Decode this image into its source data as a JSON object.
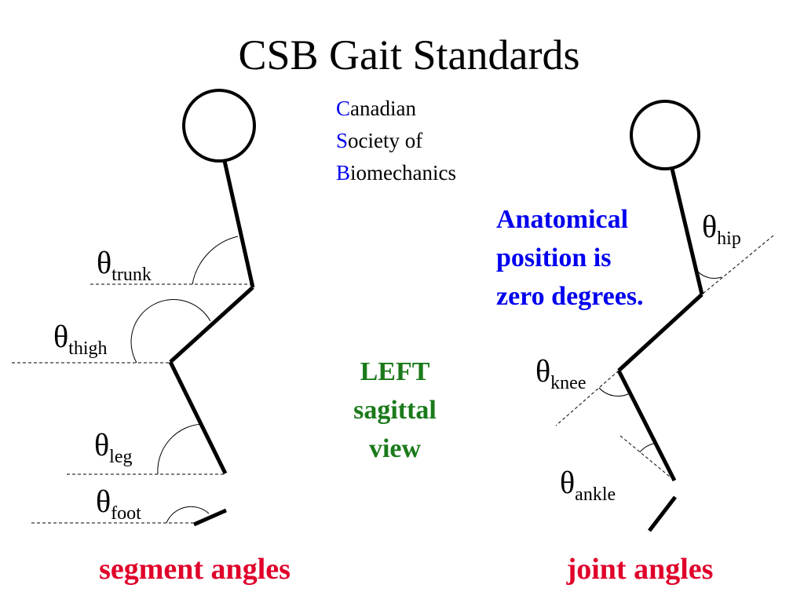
{
  "title": "CSB Gait Standards",
  "theta_symbol": "θ",
  "acronym": {
    "line1": {
      "initial": "C",
      "rest": "anadian"
    },
    "line2": {
      "initial": "S",
      "rest": "ociety of"
    },
    "line3": {
      "initial": "B",
      "rest": "iomechanics"
    }
  },
  "segment_angles": {
    "trunk": "trunk",
    "thigh": "thigh",
    "leg": "leg",
    "foot": "foot"
  },
  "joint_angles": {
    "hip": "hip",
    "knee": "knee",
    "ankle": "ankle"
  },
  "anatomical_note": {
    "line1": "Anatomical",
    "line2": "position is",
    "line3": "zero degrees."
  },
  "view_label": {
    "line1": "LEFT",
    "line2": "sagittal",
    "line3": "view"
  },
  "captions": {
    "left": "segment angles",
    "right": "joint angles"
  },
  "colors": {
    "acronym_initials": "#0000ee",
    "note": "#0000ee",
    "view_label": "#1a7a1a",
    "captions": "#e0002a",
    "figure": "#000000"
  }
}
